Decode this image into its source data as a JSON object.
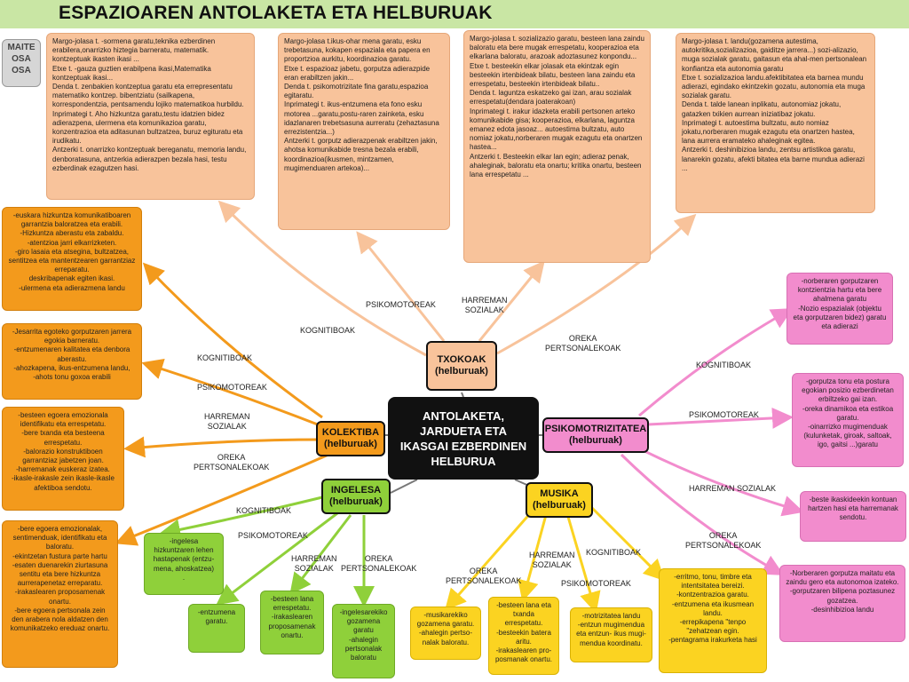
{
  "header": {
    "title": "ESPAZIOAREN ANTOLAKETA ETA HELBURUAK"
  },
  "badge": {
    "lines": [
      "MAITE",
      "OSA",
      "OSA"
    ]
  },
  "center": {
    "text": "ANTOLAKETA,\nJARDUETA ETA\nIKASGAI EZBERDINEN\nHELBURUA"
  },
  "nodes": {
    "txokoak": "TXOKOAK\n(helburuak)",
    "kolektiba": "KOLEKTIBA\n(helburuak)",
    "psikomotrizitatea": "PSIKOMOTRIZITATEA\n(helburuak)",
    "ingelesa": "INGELESA\n(helburuak)",
    "musika": "MUSIKA\n(helburuak)"
  },
  "labels": {
    "tx_kog": "KOGNITIBOAK",
    "tx_psi": "PSIKOMOTOREAK",
    "tx_har": "HARREMAN\nSOZIALAK",
    "tx_ore": "OREKA\nPERTSONALEKOAK",
    "ko_kog": "KOGNITIBOAK",
    "ko_psi": "PSIKOMOTOREAK",
    "ko_har": "HARREMAN\nSOZIALAK",
    "ko_ore": "OREKA\nPERTSONALEKOAK",
    "ps_kog": "KOGNITIBOAK",
    "ps_psi": "PSIKOMOTOREAK",
    "ps_har": "HARREMAN SOZIALAK",
    "ps_ore": "OREKA\nPERTSONALEKOAK",
    "in_kog": "KOGNITIBOAK",
    "in_psi": "PSIKOMOTOREAK",
    "in_har": "HARREMAN\nSOZIALAK",
    "in_ore": "OREKA\nPERTSONALEKOAK",
    "mu_ore": "OREKA\nPERTSONALEKOAK",
    "mu_har": "HARREMAN\nSOZIALAK",
    "mu_psi": "PSIKOMOTOREAK",
    "mu_kog": "KOGNITIBOAK"
  },
  "txoko_boxes": [
    "Margo-jolasa t. -sormena garatu,teknika ezberdinen erabilera,onarrizko hiztegia barneratu, matematik. kontzeptuak ikasten ikasi ...\nEtxe t. -gauza guztien erabilpena ikasi,Matematika kontzeptuak ikasi...\nDenda t. zenbakien kontzeptua garatu eta errepresentatu matematiko kontzep. bibentziatu (sailkapena, korrespondentzia, pentsamendu lojiko matematikoa hurbildu.\nInprimategi t. Aho hizkuntza garatu,testu idatzien bidez adierazpena, ulermena eta komunikazioa garatu, konzentrazioa eta aditasunan bultzatzea, buruz egituratu eta irudikatu.\nAntzerki t. onarrizko kontzeptuak bereganatu, memoria landu, denboratasuna, antzerkia adierazpen bezala hasi, testu ezberdinak ezagutzen hasi.",
    "Margo-jolasa t.ikus-ohar mena garatu, esku trebetasuna, kokapen espaziala eta papera en proportzioa aurkitu, koordinazioa garatu.\nEtxe t. espazioaz jabetu, gorputza adierazpide eran erabiltzen jakin...\nDenda t. psikomotrizitate fina garatu,espazioa egitaratu.\nInprimategi t. ikus-entzumena eta fono esku motorea ...garatu,postu-raren zainketa, esku idazlanaren trebetsasuna aurreratu (zehaztasuna errezistentzia...)\nAntzerki t. gorputz adierazpenak erabiltzen jakin, ahotsa komunikabide tresna bezala erabili, koordinazioa(ikusmen, mintzamen, mugimenduaren artekoa)...",
    "Margo-jolasa t. sozializazio garatu, besteen lana zaindu baloratu eta bere mugak errespetatu, kooperazioa eta elkarlana baloratu, arazoak adoztasunez konpondu...\nEtxe t. besteekin elkar jolasak eta ekintzak egin besteekin irtenbideak bilatu, besteen lana zaindu eta errespetatu, besteekin irtenbideak bilatu..\nDenda t. laguntza eskatzeko gai izan, arau sozialak errespetatu(dendara joaterakoan)\nInprimategi t. irakur idazketa erabili pertsonen arteko komunikabide gisa; kooperazioa, elkarlana, laguntza emanez edota jasoaz... autoestima bultzatu, auto nomiaz jokatu,norberaren mugak ezagutu eta onartzen hastea...\nAntzerki t. Besteekin elkar lan egin; adieraz penak, ahaleginak, baloratu eta onartu; kritika onartu, besteen lana errespetatu ...",
    "Margo-jolasa t. landu(gozamena autestima, autokritika,sozializazioa, gaiditze jarrera...) sozi-alizazio, muga sozialak garatu, gaitasun eta ahal-men pertsonalean konfiantza eta autonomia garatu\nEtxe t. sozializazioa landu.afektibitatea eta barnea mundu adierazi, egindako ekintzekin gozatu, autonomia eta muga sozialak garatu.\nDenda t. talde lanean inplikatu, autonomiaz jokatu, gatazken txikien aurrean iniziatibaz jokatu.\nInprimategi t. autoestima bultzatu, auto nomiaz jokatu,norberaren mugak ezagutu eta onartzen hastea, lana aurrera eramateko ahaleginak egitea.\nAntzerki t. deshinibizioa landu, zentsu artistikoa garatu, lanarekin gozatu, afekti bitatea eta barne mundua adierazi ..."
  ],
  "kolektiba_boxes": [
    "-euskara hizkuntza komunikatiboaren garrantzia baloratzea eta erabili.\n-Hizkuntza aberastu eta zabaldu.\n-atentzioa jarri elkarrizketen.\n-giro lasaia eta atsegina, bultzatzea, sentitzea eta mantentzearen garrantziaz erreparatu.\ndeskribapenak egiten ikasi.\n-ulermena eta adierazmena landu",
    "-Jesarrita egoteko gorputzaren jarrera egokia barneratu.\n-entzumenaren kalitatea eta denbora aberastu.\n-ahozkapena, ikus-entzumena landu,\n-ahots tonu goxoa erabili",
    "-besteen egoera emozionala identifikatu eta errespetatu.\n-bere txanda eta besteena errespetatu.\n-balorazio konstruktiboen garrantziaz jabetzen joan.\n-harremanak euskeraz izatea.\n-ikasle-irakasle zein ikasle-ikasle afektiboa sendotu.",
    "-bere egoera emozionalak, sentimenduak, identifikatu eta baloratu.\n-ekintzetan fustura parte hartu\n-esaten duenarekin ziurtasuna sentitu eta bere hizkuntza aurrerapenetaz erreparatu.\n-irakaslearen proposamenak onartu.\n-bere egoera pertsonala zein den arabera nola aldatzen den komunikatzeko ereduaz onartu."
  ],
  "psiko_boxes": [
    "-norberaren gorputzaren kontzientzia hartu eta bere ahalmena garatu\n-Nozio espazialak (objektu eta gorputzaren bidez) garatu eta adierazi",
    "-gorputza tonu eta postura egokian posizio ezberdinetan erbiltzeko gai izan.\n-oreka dinamikoa eta estikoa garatu.\n-oinarrizko mugimenduak (kulunketak, giroak, saltoak, igo, gaitsi ...)garatu",
    "-beste ikaskideekin kontuan hartzen hasi eta harremanak sendotu.",
    "-Norberaren gorputza maitatu eta zaindu gero eta autonomoa izateko.\n-gorputzaren bilipena poztasunez gozatzea.\n-desinhibizioa landu"
  ],
  "ingelesa_boxes": [
    "-ingelesa hizkuntzaren lehen hastapenak (entzu-mena, ahoskatzea)\n.",
    "-entzumena garatu.",
    "-besteen lana errespetatu.\n-irakaslearen proposamenak onartu.",
    "-ingelesarekiko gozamena garatu\n-ahalegin pertsonalak baloratu"
  ],
  "musika_boxes": [
    "-musikarekiko gozamena garatu.\n-ahalegin pertso-nalak baloratu.",
    "-besteen lana eta txanda errespetatu.\n-besteekin batera aritu.\n-irakaslearen pro-posmanak onartu.",
    "-motrizitatea landu\n-entzun mugimendua eta entzun- ikus mugi-mendua koordinatu.",
    "-erritmo, tonu, timbre eta intentsitatea bereizi.\n-kontzentrazioa garatu.\n-entzumena eta ikusmean landu.\n-errepikapena \"tenpo \"zehatzean egin.\n-pentagrama irakurketa hasi"
  ],
  "colors": {
    "txoko": "#f8c39b",
    "kolektiba": "#f39a1c",
    "psiko": "#f28ccd",
    "ingelesa": "#8fd03a",
    "musika": "#fbd321",
    "header": "#c9e6a4"
  }
}
